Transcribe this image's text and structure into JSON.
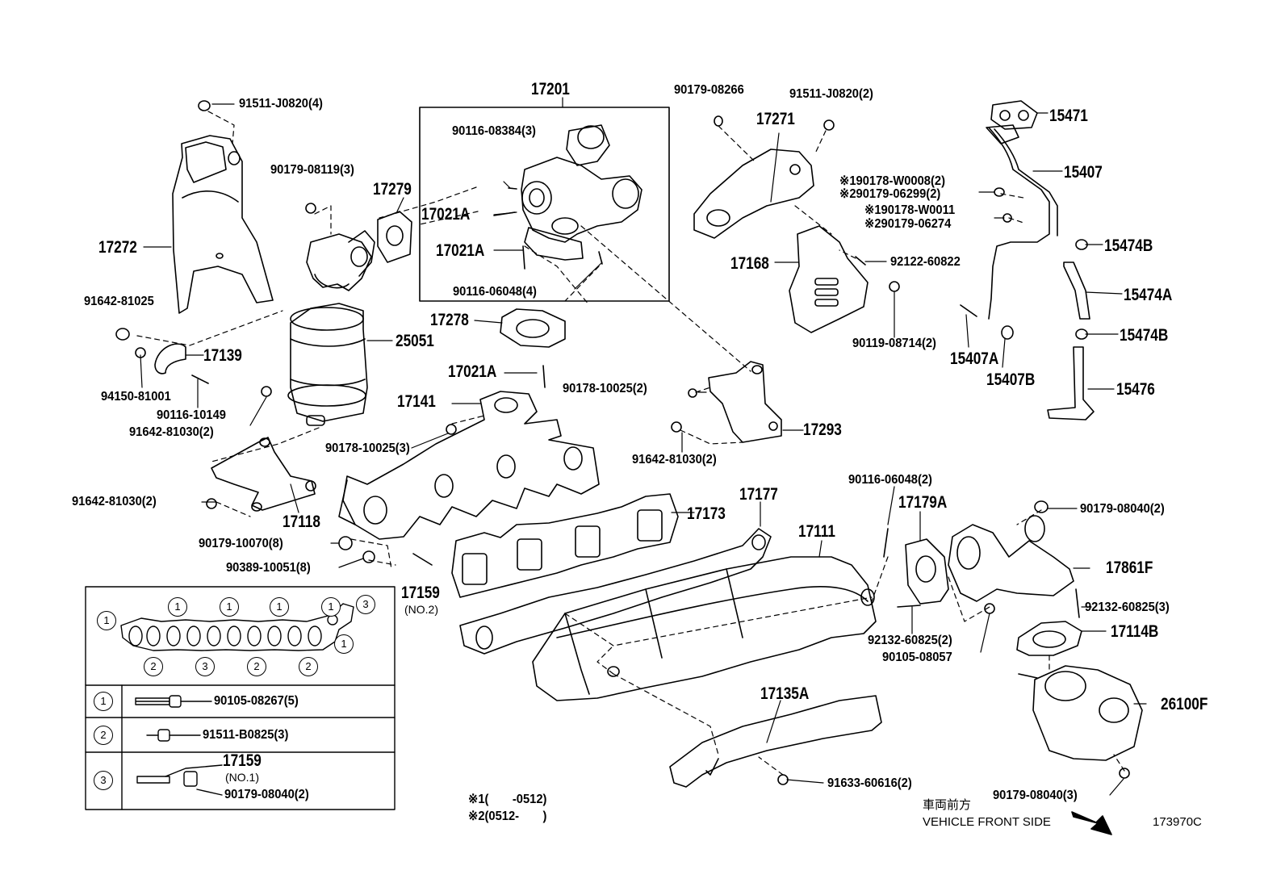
{
  "labels": {
    "p17201": "17201",
    "p90116_08384": "90116-08384(3)",
    "p17279": "17279",
    "p17021A_a": "17021A",
    "p17021A_b": "17021A",
    "p90116_06048_4": "90116-06048(4)",
    "p17278": "17278",
    "p17021A_c": "17021A",
    "p17141": "17141",
    "p90178_10025_3": "90178-10025(3)",
    "p90178_10025_2": "90178-10025(2)",
    "p91642_81030_2c": "91642-81030(2)",
    "p17293": "17293",
    "p91511_J0820_4": "91511-J0820(4)",
    "p90179_08119": "90179-08119(3)",
    "p17272": "17272",
    "p91642_81025": "91642-81025",
    "p17139": "17139",
    "p94150_81001": "94150-81001",
    "p90116_10149": "90116-10149",
    "p91642_81030_2a": "91642-81030(2)",
    "p25051": "25051",
    "p91642_81030_2b": "91642-81030(2)",
    "p17118": "17118",
    "p90179_10070": "90179-10070(8)",
    "p90389_10051": "90389-10051(8)",
    "p17173": "17173",
    "p17159": "17159",
    "p17159_no2": "(NO.2)",
    "p17177": "17177",
    "p17111": "17111",
    "p90116_06048_2": "90116-06048(2)",
    "p17179A": "17179A",
    "p90179_08040_2": "90179-08040(2)",
    "p17861F": "17861F",
    "p92132_60825_3": "92132-60825(3)",
    "p17114B": "17114B",
    "p92132_60825_2": "92132-60825(2)",
    "p90105_08057": "90105-08057",
    "p26100F": "26100F",
    "p90179_08040_3": "90179-08040(3)",
    "p17135A": "17135A",
    "p91633_60616": "91633-60616(2)",
    "p90179_08266": "90179-08266",
    "p91511_J0820_2": "91511-J0820(2)",
    "p17271": "17271",
    "p190178_W0008": "※190178-W0008(2)",
    "p290179_06299": "※290179-06299(2)",
    "p190178_W0011": "※190178-W0011",
    "p290179_06274": "※290179-06274",
    "p17168": "17168",
    "p92122_60822": "92122-60822",
    "p90119_08714": "90119-08714(2)",
    "p15471": "15471",
    "p15407": "15407",
    "p15474B_a": "15474B",
    "p15474A": "15474A",
    "p15474B_b": "15474B",
    "p15407A": "15407A",
    "p15407B": "15407B",
    "p15476": "15476"
  },
  "legend": {
    "circle_1": "1",
    "circle_2": "2",
    "circle_3": "3",
    "row1_part": "90105-08267(5)",
    "row2_part": "91511-B0825(3)",
    "row3_part_a": "17159",
    "row3_part_a_sub": "(NO.1)",
    "row3_part_b": "90179-08040(2)"
  },
  "footnotes": {
    "note1": "※1(　　-0512)",
    "note2": "※2(0512-　　)"
  },
  "footer": {
    "front_jp": "車両前方",
    "front_en": "VEHICLE FRONT SIDE",
    "diagram_code": "173970C"
  },
  "icons": {
    "front_arrow": "arrow-down-right-icon"
  }
}
